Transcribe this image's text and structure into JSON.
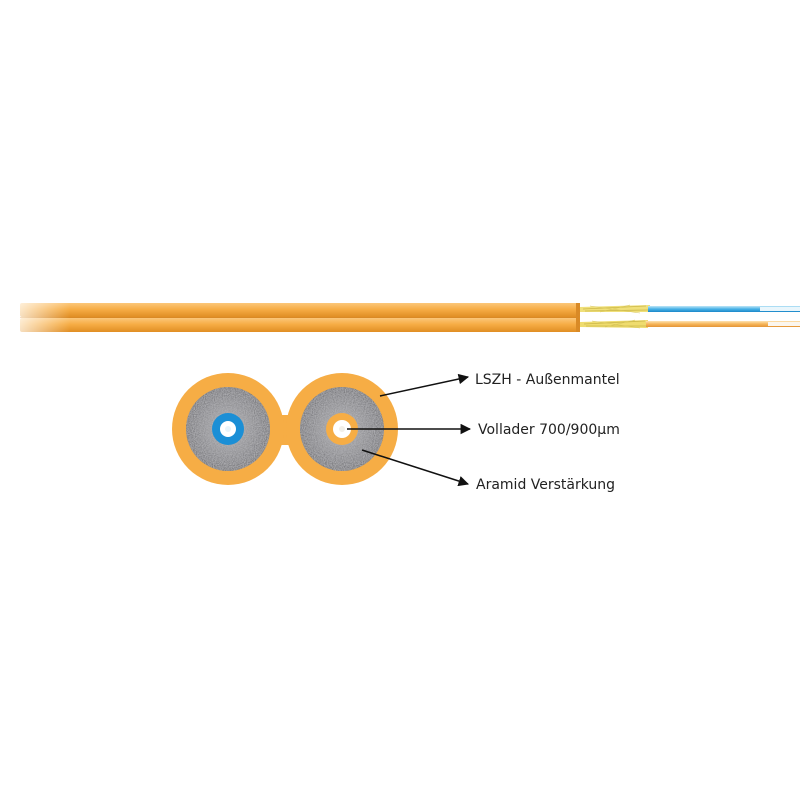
{
  "labels": {
    "jacket": "LSZH - Außenmantel",
    "buffer": "Vollader 700/900µm",
    "aramid": "Aramid Verstärkung"
  },
  "colors": {
    "jacket": "#f6ad45",
    "jacket_dark": "#e7932a",
    "aramid": "#7d7d80",
    "fiber_left": "#1b8fd6",
    "fiber_right": "#f6ad45",
    "yarn": "#f0e07a",
    "text": "#222222"
  }
}
